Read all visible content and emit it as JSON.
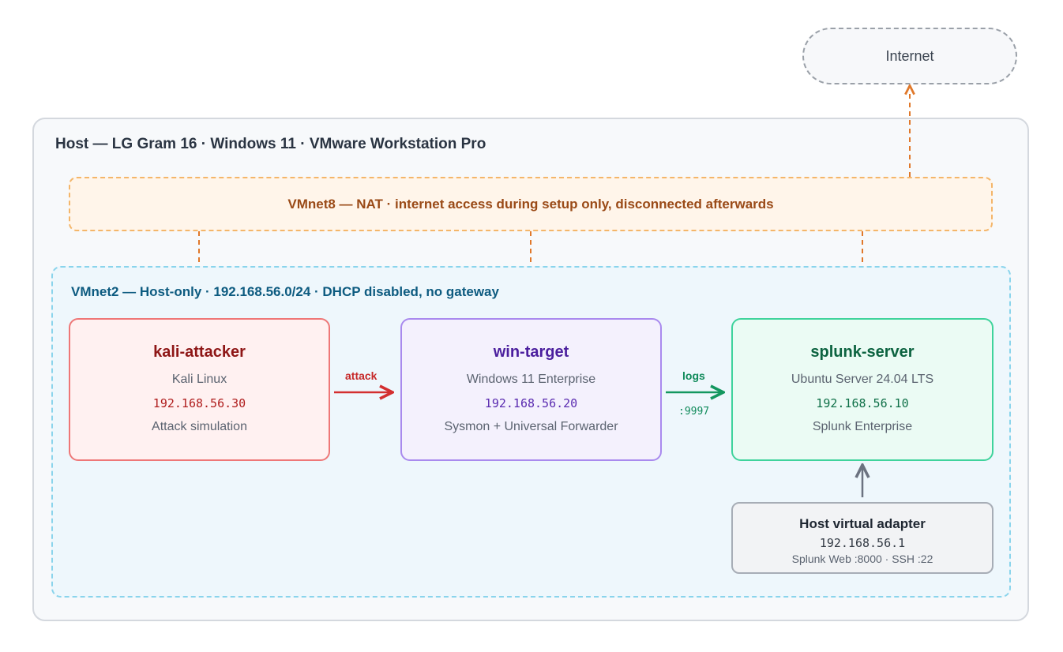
{
  "internet": {
    "label": "Internet"
  },
  "host": {
    "title": "Host — LG Gram 16 · Windows 11 · VMware Workstation Pro"
  },
  "vmnet8": {
    "label": "VMnet8 — NAT · internet access during setup only, disconnected afterwards"
  },
  "vmnet2": {
    "title": "VMnet2 — Host-only · 192.168.56.0/24 · DHCP disabled, no gateway"
  },
  "vms": {
    "kali": {
      "name": "kali-attacker",
      "os": "Kali Linux",
      "ip": "192.168.56.30",
      "role": "Attack simulation"
    },
    "win": {
      "name": "win-target",
      "os": "Windows 11 Enterprise",
      "ip": "192.168.56.20",
      "role": "Sysmon + Universal Forwarder"
    },
    "splunk": {
      "name": "splunk-server",
      "os": "Ubuntu Server 24.04 LTS",
      "ip": "192.168.56.10",
      "role": "Splunk Enterprise"
    }
  },
  "adapter": {
    "name": "Host virtual adapter",
    "ip": "192.168.56.1",
    "services": "Splunk Web :8000 · SSH :22"
  },
  "edges": {
    "attack": "attack",
    "logs": "logs",
    "logs_port": ":9997"
  },
  "colors": {
    "nat_line": "#e0782a",
    "attack_arrow": "#d32f2f",
    "logs_arrow": "#13975f",
    "adapter_arrow": "#6b7280"
  }
}
